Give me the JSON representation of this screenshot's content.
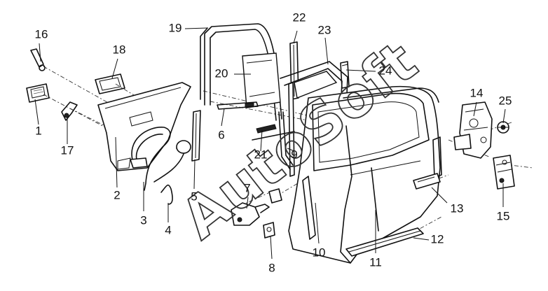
{
  "watermark": "AutoSoft",
  "callouts": [
    {
      "id": "c1",
      "label": "1"
    },
    {
      "id": "c2",
      "label": "2"
    },
    {
      "id": "c3",
      "label": "3"
    },
    {
      "id": "c4",
      "label": "4"
    },
    {
      "id": "c5",
      "label": "5"
    },
    {
      "id": "c6",
      "label": "6"
    },
    {
      "id": "c7",
      "label": "7"
    },
    {
      "id": "c8",
      "label": "8"
    },
    {
      "id": "c9",
      "label": "9"
    },
    {
      "id": "c10",
      "label": "10"
    },
    {
      "id": "c11",
      "label": "11"
    },
    {
      "id": "c12",
      "label": "12"
    },
    {
      "id": "c13",
      "label": "13"
    },
    {
      "id": "c14",
      "label": "14"
    },
    {
      "id": "c15",
      "label": "15"
    },
    {
      "id": "c16",
      "label": "16"
    },
    {
      "id": "c17",
      "label": "17"
    },
    {
      "id": "c18",
      "label": "18"
    },
    {
      "id": "c19",
      "label": "19"
    },
    {
      "id": "c20",
      "label": "20"
    },
    {
      "id": "c21",
      "label": "21"
    },
    {
      "id": "c22",
      "label": "22"
    },
    {
      "id": "c23",
      "label": "23"
    },
    {
      "id": "c24",
      "label": "24"
    },
    {
      "id": "c25",
      "label": "25"
    }
  ]
}
